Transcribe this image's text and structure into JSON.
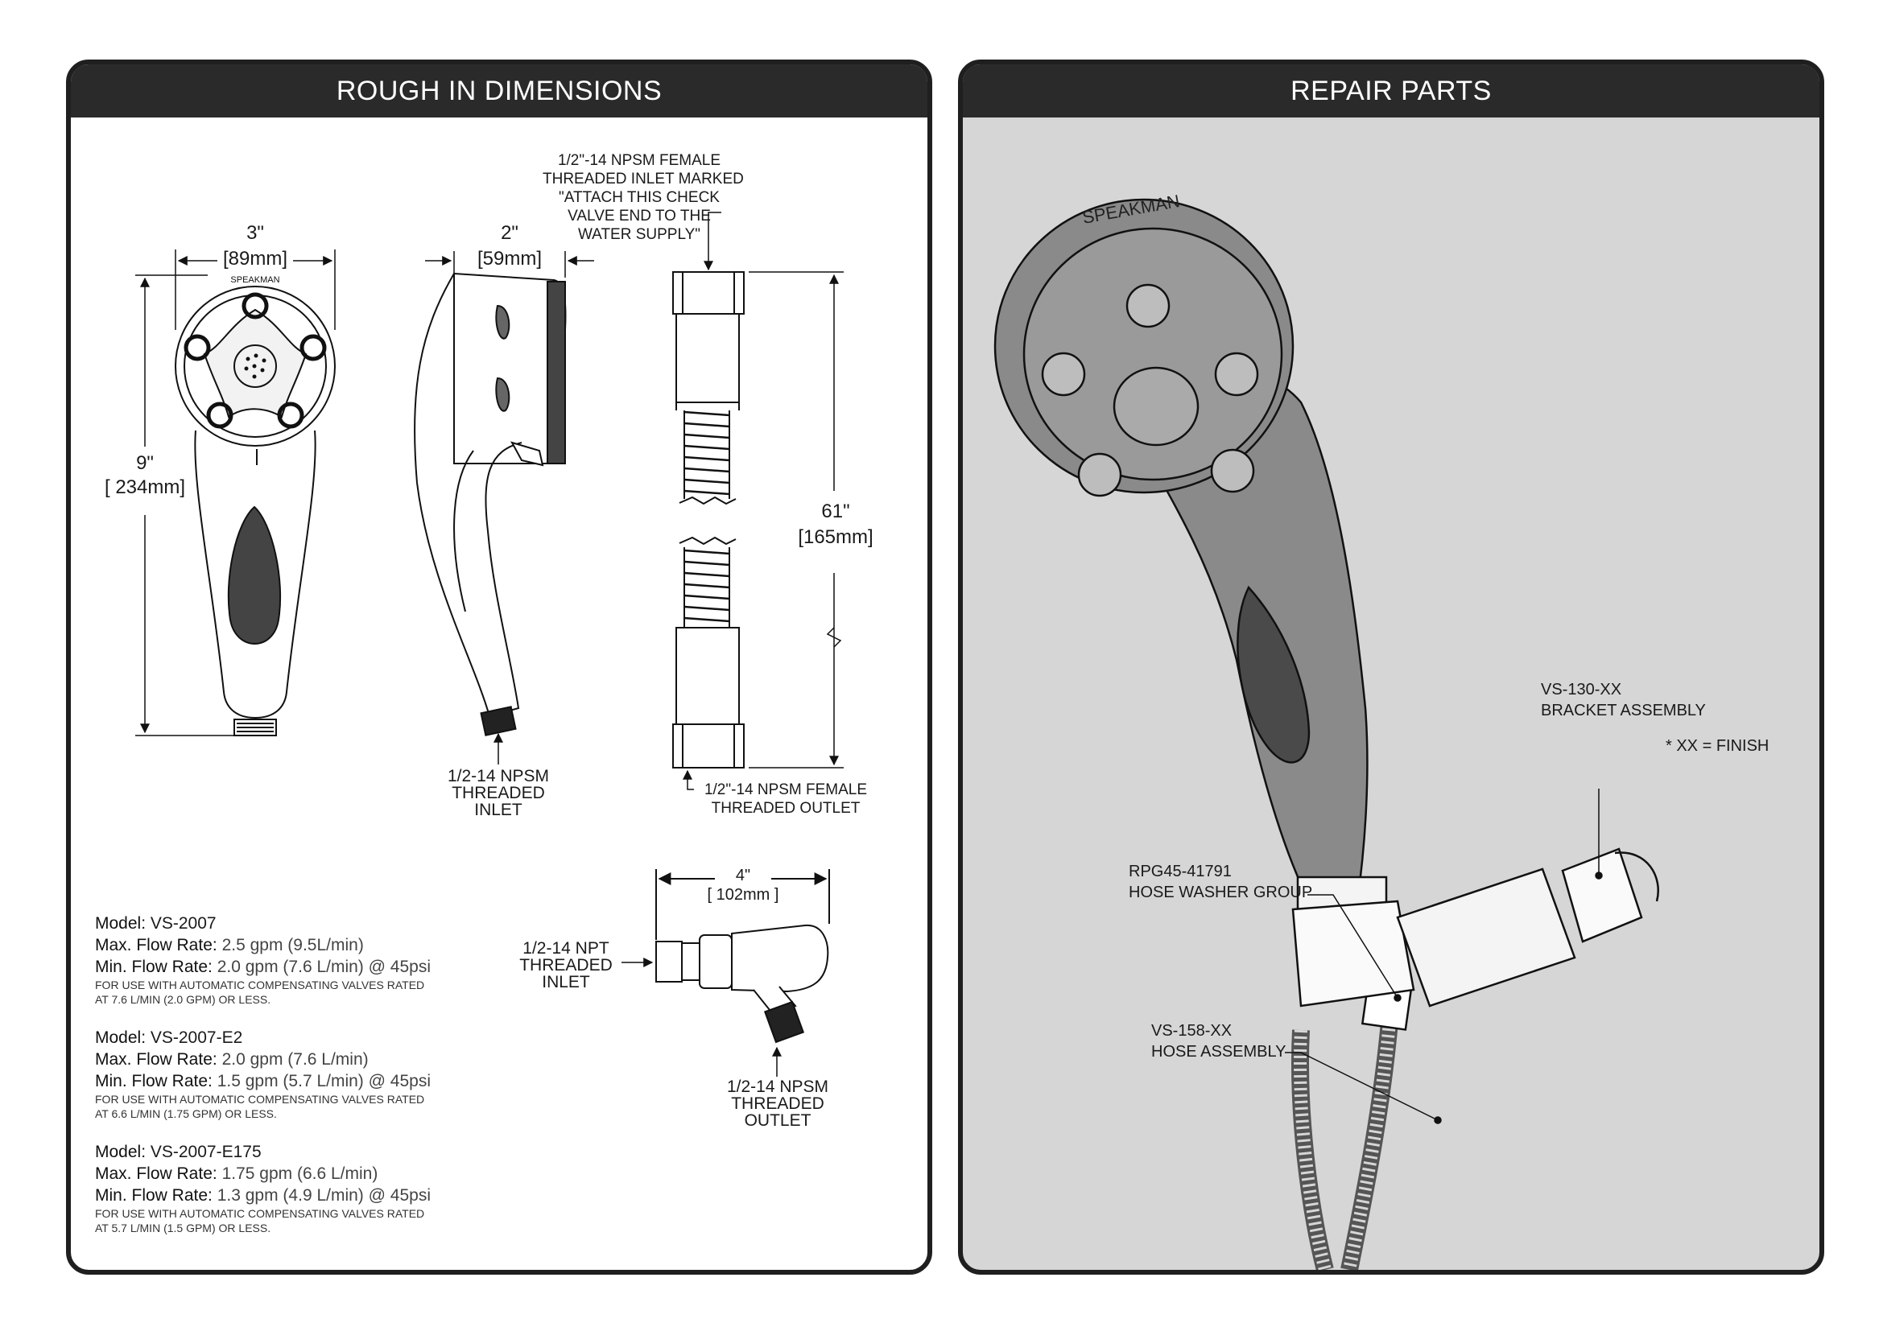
{
  "left_panel": {
    "title": "ROUGH IN DIMENSIONS",
    "dims": {
      "width_in": "3\"",
      "width_mm": "[89mm]",
      "depth_in": "2\"",
      "depth_mm": "[59mm]",
      "height_in": "9\"",
      "height_mm": "[ 234mm]",
      "hose_in": "61\"",
      "hose_mm": "[165mm]",
      "bracket_in": "4\"",
      "bracket_mm": "[ 102mm ]"
    },
    "callouts": {
      "hose_inlet": [
        "1/2\"-14 NPSM FEMALE",
        "THREADED INLET MARKED",
        "\"ATTACH THIS CHECK",
        "VALVE END TO THE",
        "WATER SUPPLY\""
      ],
      "head_inlet": [
        "1/2-14 NPSM",
        "THREADED",
        "INLET"
      ],
      "hose_outlet": [
        "1/2\"-14 NPSM FEMALE",
        "THREADED OUTLET"
      ],
      "bracket_inlet": [
        "1/2-14 NPT",
        "THREADED",
        "INLET"
      ],
      "bracket_outlet": [
        "1/2-14 NPSM",
        "THREADED",
        "OUTLET"
      ]
    },
    "models": [
      {
        "model_label": "Model:",
        "model": "VS-2007",
        "max_label": "Max. Flow Rate:",
        "max": "2.5 gpm (9.5L/min)",
        "min_label": "Min. Flow Rate:",
        "min": "2.0 gpm (7.6 L/min) @ 45psi",
        "note": [
          "FOR USE WITH AUTOMATIC COMPENSATING VALVES RATED",
          "AT 7.6 L/MIN (2.0 GPM) OR LESS."
        ]
      },
      {
        "model_label": "Model:",
        "model": "VS-2007-E2",
        "max_label": "Max. Flow Rate:",
        "max": "2.0 gpm (7.6 L/min)",
        "min_label": "Min. Flow Rate:",
        "min": "1.5 gpm (5.7 L/min) @ 45psi",
        "note": [
          "FOR USE WITH AUTOMATIC COMPENSATING VALVES RATED",
          "AT 6.6 L/MIN (1.75 GPM) OR LESS."
        ]
      },
      {
        "model_label": "Model:",
        "model": "VS-2007-E175",
        "max_label": "Max. Flow Rate:",
        "max": "1.75 gpm (6.6 L/min)",
        "min_label": "Min. Flow Rate:",
        "min": "1.3 gpm (4.9 L/min) @ 45psi",
        "note": [
          "FOR USE WITH AUTOMATIC COMPENSATING VALVES RATED",
          "AT 5.7 L/MIN (1.5 GPM) OR LESS."
        ]
      }
    ],
    "brand": "SPEAKMAN"
  },
  "right_panel": {
    "title": "REPAIR PARTS",
    "parts": {
      "bracket": [
        "VS-130-XX",
        "BRACKET ASSEMBLY"
      ],
      "finish_note": "* XX = FINISH",
      "washer": [
        "RPG45-41791",
        "HOSE WASHER GROUP"
      ],
      "hose": [
        "VS-158-XX",
        "HOSE ASSEMBLY"
      ]
    },
    "brand": "SPEAKMAN"
  }
}
